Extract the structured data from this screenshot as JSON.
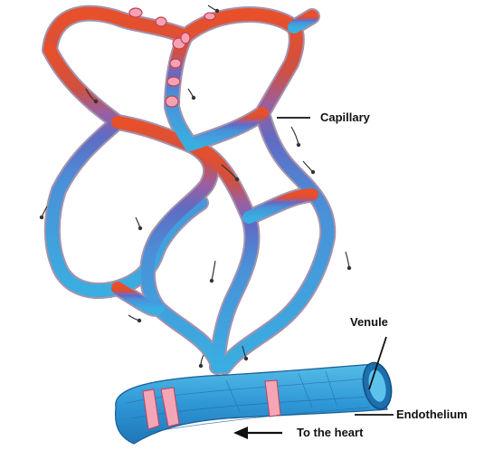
{
  "labels": {
    "capillary": "Capillary",
    "venule": "Venule",
    "endothelium": "Endothelium",
    "to_heart": "To the heart"
  },
  "colors": {
    "arterial": "#e0562a",
    "transition": "#9a5fa0",
    "capillary_bed": "#5f78c8",
    "venous": "#3aa3dc",
    "venule": "#2d8fd0",
    "red_blood_cell": "#f08ca0",
    "line": "#111111"
  }
}
